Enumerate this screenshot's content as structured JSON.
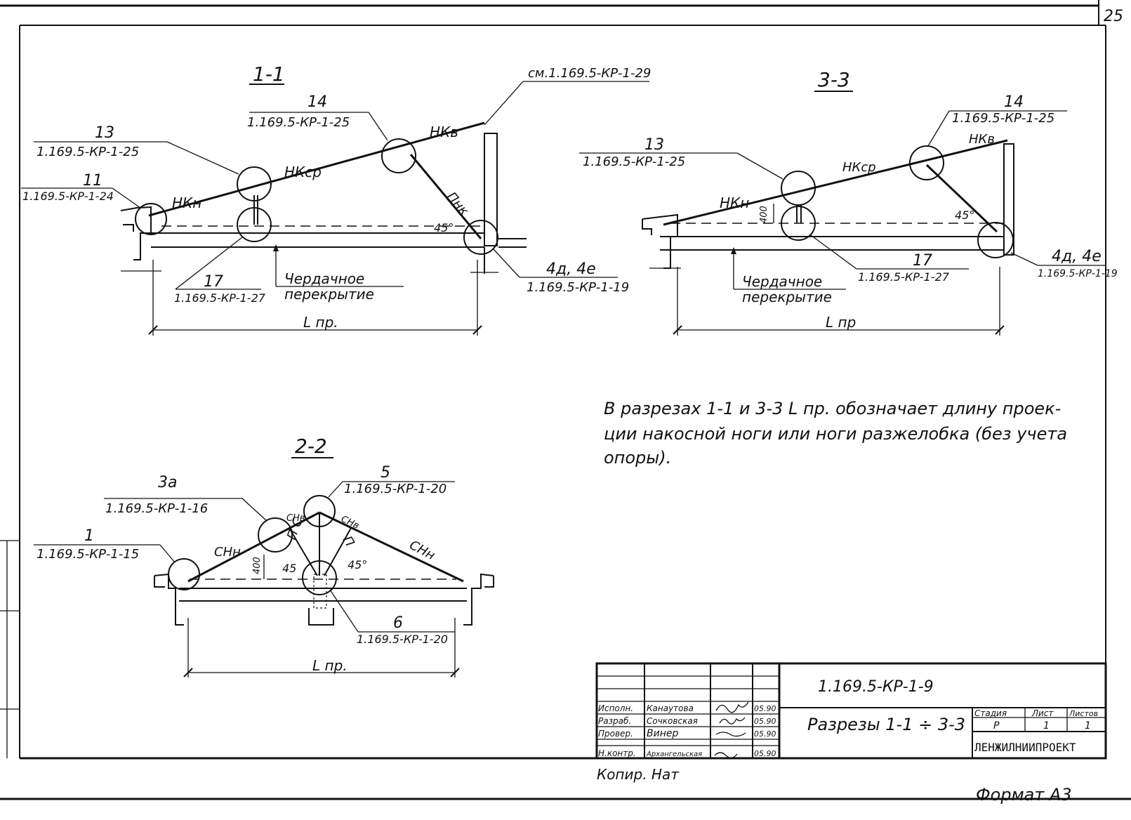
{
  "sheet_number": "25",
  "sections": {
    "s11": {
      "title": "1-1",
      "ref_top": "см.1.169.5-КР-1-29",
      "c14": {
        "num": "14",
        "ref": "1.169.5-КР-1-25"
      },
      "c13": {
        "num": "13",
        "ref": "1.169.5-КР-1-25"
      },
      "c11": {
        "num": "11",
        "ref": "1.169.5-КР-1-24"
      },
      "c17": {
        "num": "17",
        "ref": "1.169.5-КР-1-27"
      },
      "c4": {
        "num": "4д, 4е",
        "ref": "1.169.5-КР-1-19"
      },
      "label_nkn": "НКн",
      "label_nkcp": "НКср",
      "label_nkv": "НКв",
      "label_pnk": "Пнк",
      "angle": "45°",
      "floor_l1": "Чердачное",
      "floor_l2": "перекрытие",
      "span": "L пр."
    },
    "s33": {
      "title": "3-3",
      "c14": {
        "num": "14",
        "ref": "1.169.5-КР-1-25"
      },
      "c13": {
        "num": "13",
        "ref": "1.169.5-КР-1-25"
      },
      "c17": {
        "num": "17",
        "ref": "1.169.5-КР-1-27"
      },
      "c4": {
        "num": "4д, 4е",
        "ref": "1.169.5-КР-1-19"
      },
      "label_nkn": "НКн",
      "label_nkcp": "НКср",
      "label_nkv": "НКв",
      "dim400": "400",
      "angle": "45°",
      "floor_l1": "Чердачное",
      "floor_l2": "перекрытие",
      "span": "L пр"
    },
    "s22": {
      "title": "2-2",
      "c3": {
        "num": "3а",
        "ref": "1.169.5-КР-1-16"
      },
      "c1": {
        "num": "1",
        "ref": "1.169.5-КР-1-15"
      },
      "c5": {
        "num": "5",
        "ref": "1.169.5-КР-1-20"
      },
      "c6": {
        "num": "6",
        "ref": "1.169.5-КР-1-20"
      },
      "label_snn_l": "СНн",
      "label_snv_l": "СНв",
      "label_snv_r": "СНв",
      "label_snn_r": "СНн",
      "label_pc": "П С",
      "label_p": "П",
      "dim400": "400",
      "angle_l": "45",
      "angle_r": "45°",
      "span": "L пр."
    }
  },
  "note": {
    "line1": "В разрезах 1-1 и 3-3  L пр. обозначает длину проек-",
    "line2": "ции  накосной ноги или ноги разжелобка (без учета",
    "line3": "опоры)."
  },
  "title_block": {
    "doc_code": "1.169.5-КР-1-9",
    "sheet_title": "Разрезы 1-1 ÷ 3-3",
    "stage_header": "Стадия",
    "sheet_header": "Лист",
    "sheets_header": "Листов",
    "stage": "Р",
    "sheet": "1",
    "sheets": "1",
    "org": "ЛЕНЖИЛНИИПРОЕКТ",
    "people": [
      {
        "role": "Исполн.",
        "name": "Канаутова",
        "date": "05.90"
      },
      {
        "role": "Разраб.",
        "name": "Сочковская",
        "date": "05.90"
      },
      {
        "role": "Провер.",
        "name": "Винер",
        "date": "05.90"
      },
      {
        "role": "Н.контр.",
        "name": "Архангельская",
        "date": "05.90"
      }
    ]
  },
  "footer": {
    "copied": "Копир.  Нат",
    "format": "Формат А3"
  }
}
